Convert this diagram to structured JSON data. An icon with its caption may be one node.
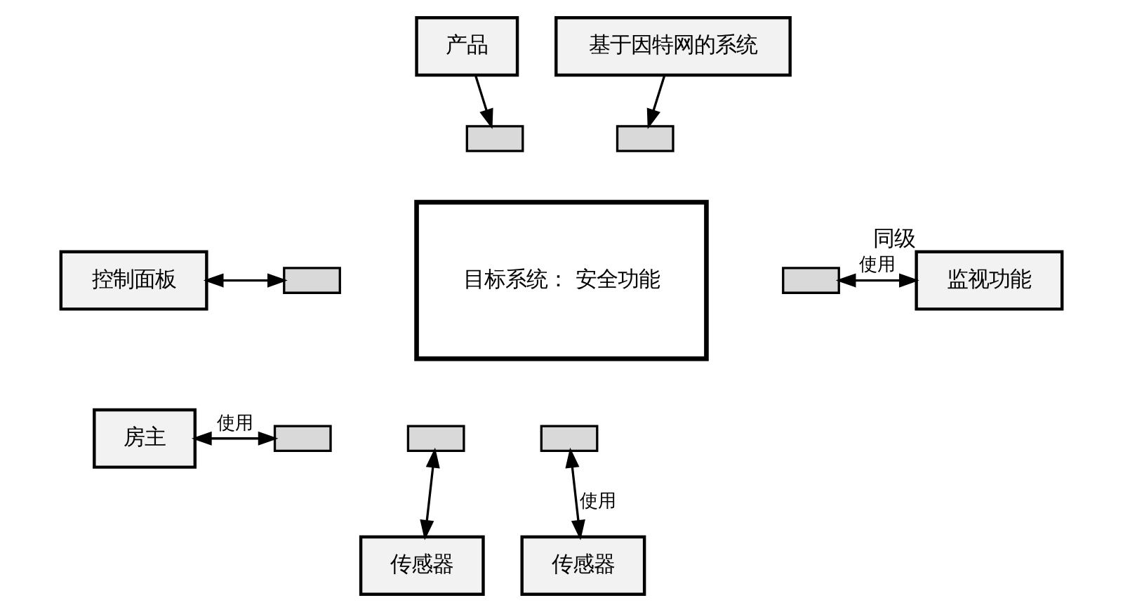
{
  "diagram": {
    "nodes": [
      {
        "text": [
          "产品"
        ]
      },
      {
        "text": [
          "基于因特网的系统"
        ]
      },
      {
        "text": [],
        "shape": "box"
      },
      {
        "text": [],
        "shape": "box"
      },
      {
        "text": [
          "控制面板"
        ]
      },
      {
        "text": [],
        "shape": "box"
      },
      {
        "text": [],
        "shape": "box"
      },
      {
        "text": [
          "监视功能"
        ],
        "beside": [
          "同级"
        ]
      },
      {
        "text": [
          "目标系统： 安全功能"
        ]
      },
      {
        "text": [
          "房主"
        ]
      },
      {
        "text": [],
        "shape": "box"
      },
      {
        "text": [],
        "shape": "box"
      },
      {
        "text": [],
        "shape": "box"
      },
      {
        "text": [
          "传感器"
        ]
      },
      {
        "text": [
          "传感器"
        ]
      }
    ],
    "edges": [
      {
        "from": 0,
        "to": 2,
        "arrow": "to"
      },
      {
        "from": 1,
        "to": 3,
        "arrow": "to"
      },
      {
        "from": 4,
        "to": 5,
        "arrow": "both"
      },
      {
        "from": 9,
        "to": 10,
        "arrow": "both",
        "label": "使用"
      },
      {
        "from": 6,
        "to": 7,
        "arrow": "both",
        "label": "使用"
      },
      {
        "from": 11,
        "to": 13,
        "arrow": "both"
      },
      {
        "from": 12,
        "to": 14,
        "arrow": "both",
        "label": "使用"
      }
    ]
  }
}
